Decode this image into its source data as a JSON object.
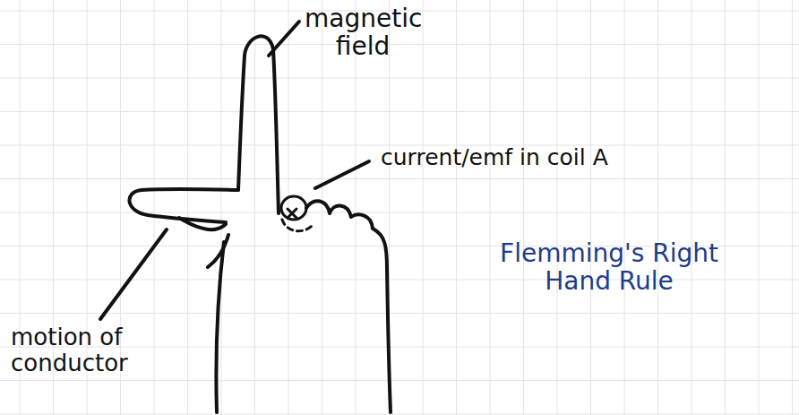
{
  "diagram": {
    "title": "Flemming's Right Hand Rule",
    "labels": [
      "magnetic field",
      "current/emf in coil A",
      "motion of conductor"
    ]
  }
}
